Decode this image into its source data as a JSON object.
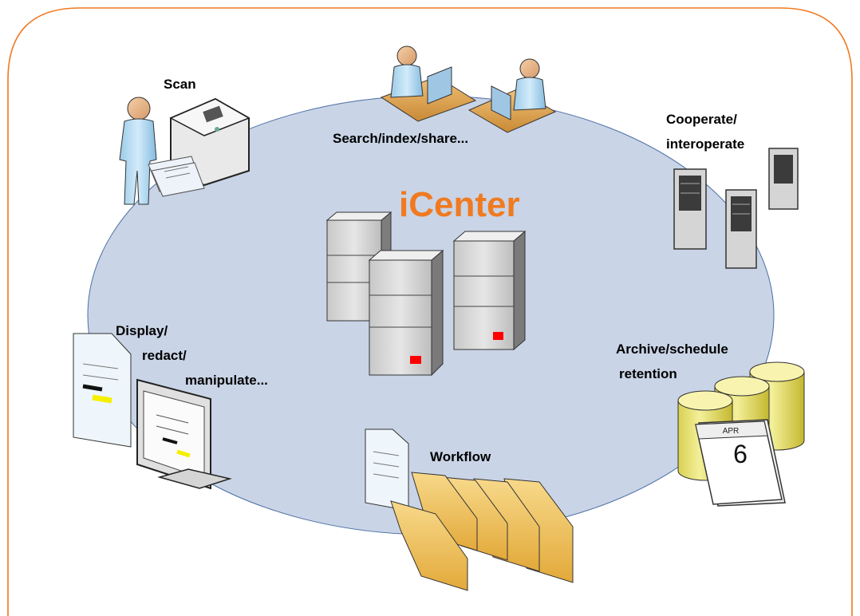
{
  "title": "iCenter",
  "labels": {
    "scan": "Scan",
    "search": "Search/index/share...",
    "cooperate_1": "Cooperate/",
    "cooperate_2": "interoperate",
    "display_1": "Display/",
    "display_2": "redact/",
    "display_3": "manipulate...",
    "archive_1": "Archive/schedule",
    "archive_2": "retention",
    "workflow": "Workflow"
  },
  "calendar": {
    "month": "APR",
    "day": "6"
  },
  "colors": {
    "frame": "#f07a20",
    "ellipse": "#c9d4e6",
    "title": "#f07a20",
    "server_light": "#d9d9d9",
    "server_dark": "#8a8a8a",
    "server_led": "#ff0000",
    "database": "#e8e86a",
    "folder": "#f0c860",
    "person": "#b8d8f0"
  }
}
